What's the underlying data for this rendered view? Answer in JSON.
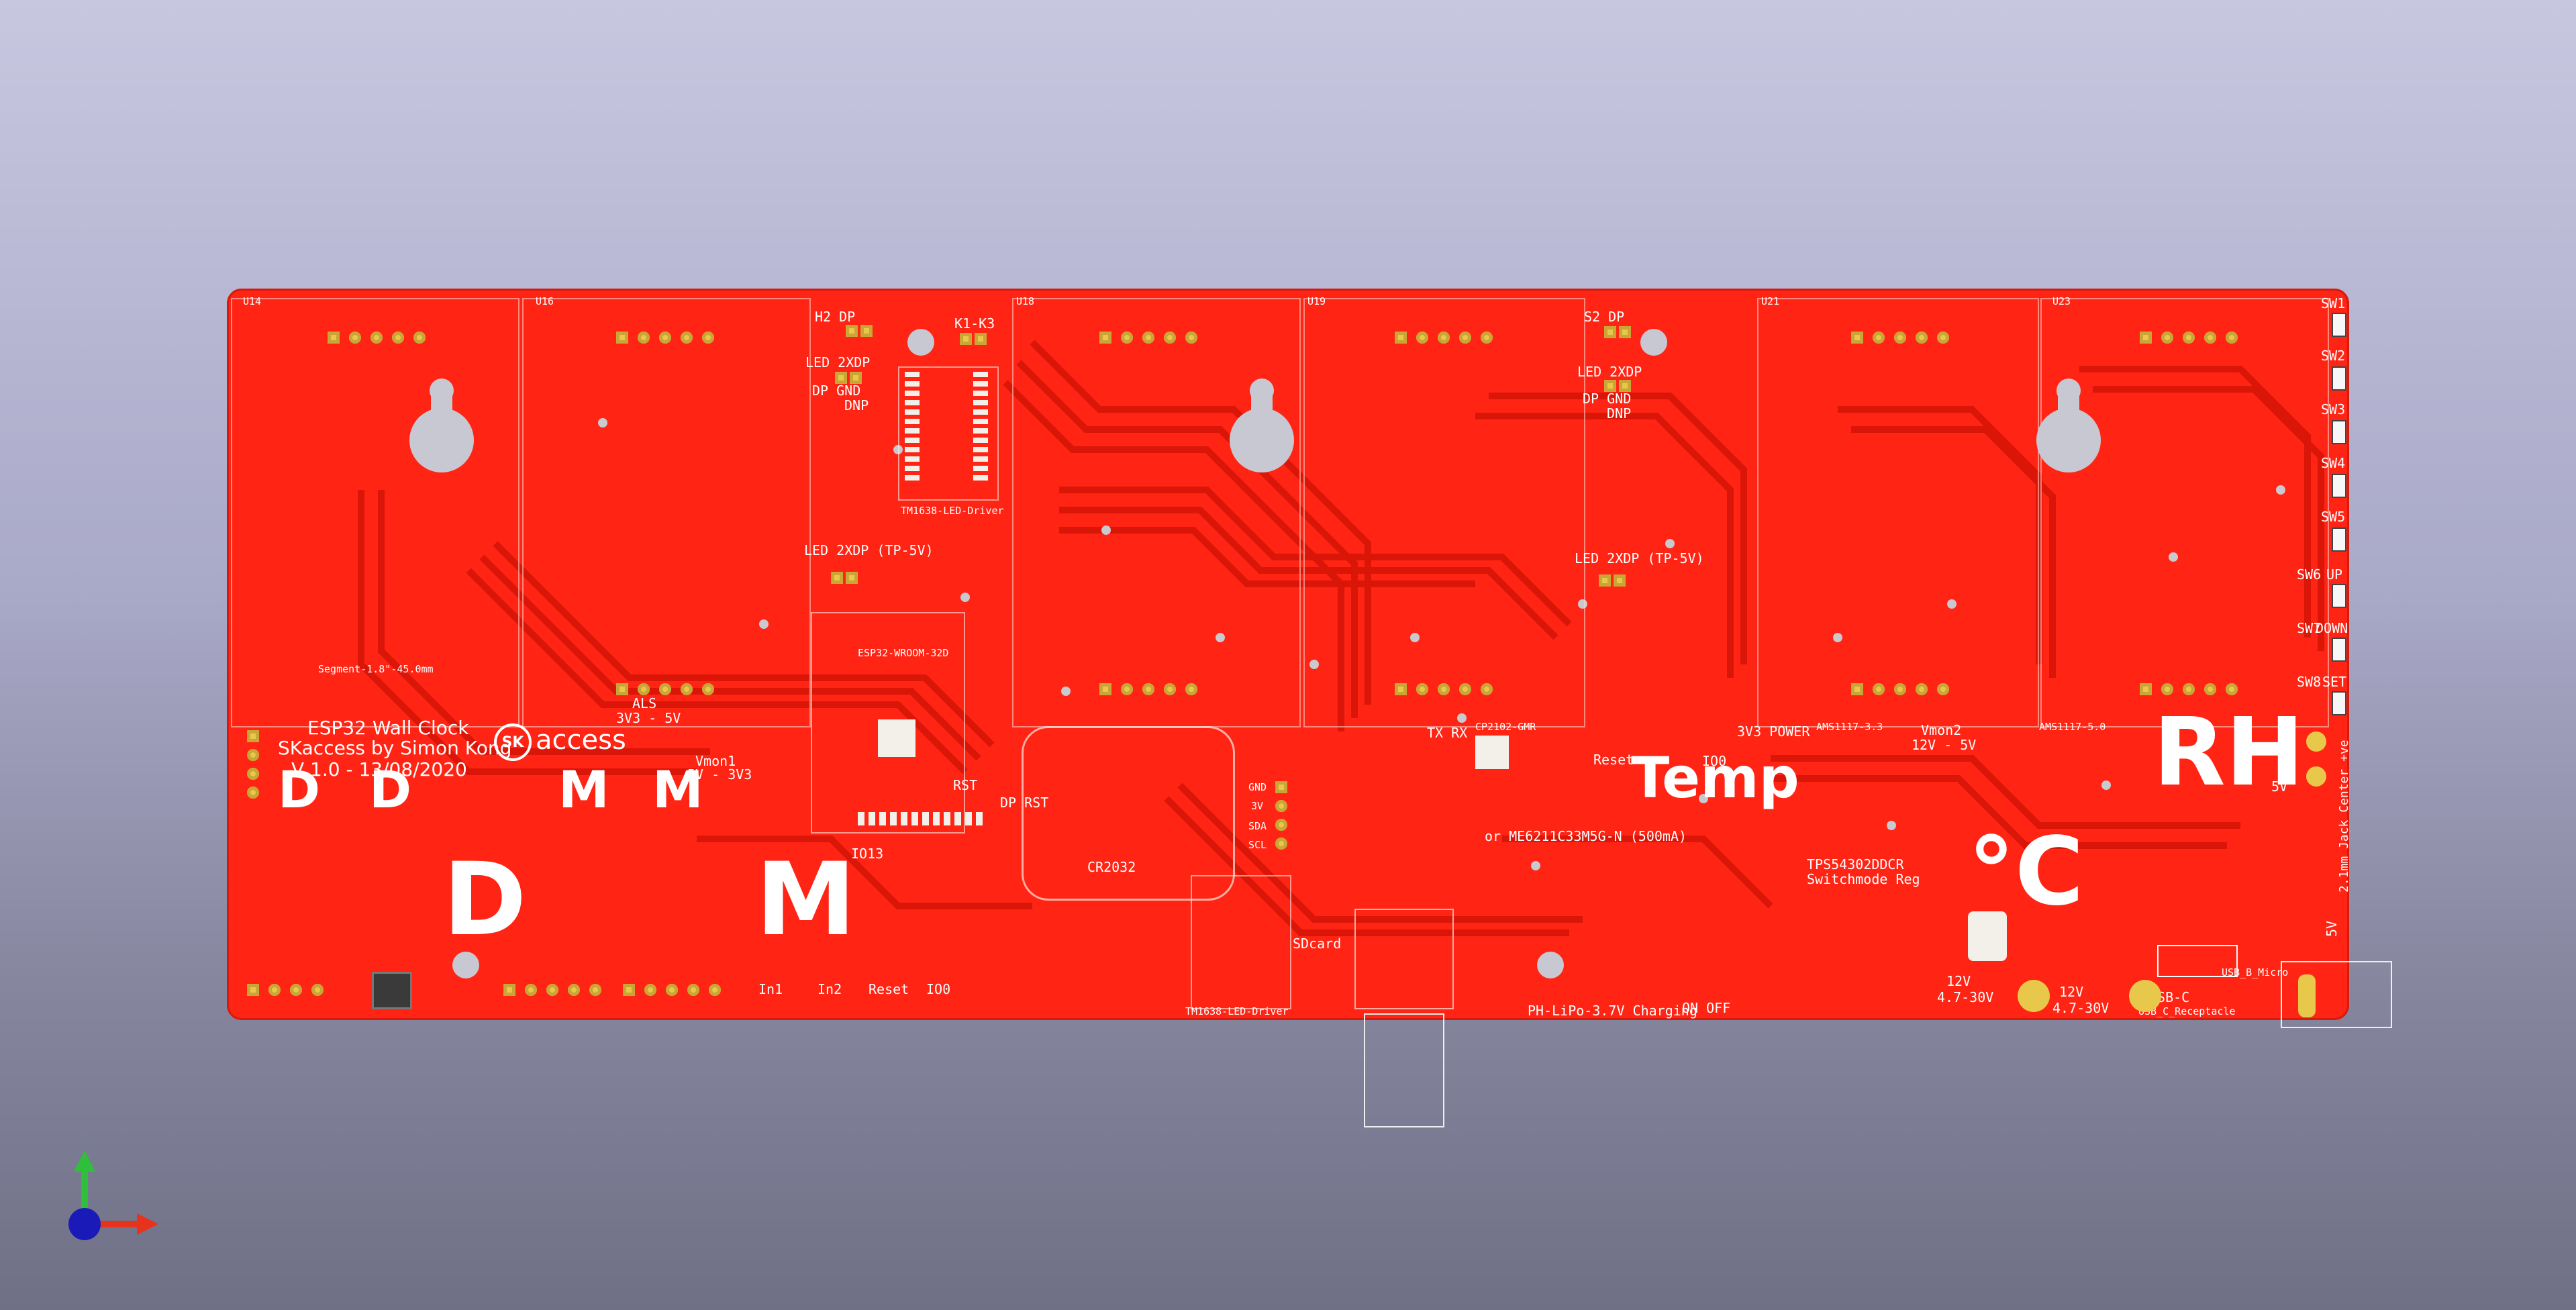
{
  "board": {
    "title_lines": [
      "ESP32 Wall Clock",
      "SKaccess by Simon Kong",
      "V 1.0 - 13/08/2020"
    ],
    "logo_text": "access",
    "logo_mark": "SK",
    "big_labels": {
      "d_top_1": "D",
      "d_top_2": "D",
      "m_top_1": "M",
      "m_top_2": "M",
      "d_big": "D",
      "m_big": "M",
      "temp": "Temp",
      "deg_c": "°C",
      "rh": "RH"
    },
    "refs_top": [
      "U14",
      "U16",
      "U18",
      "U19",
      "U21",
      "U23"
    ],
    "switches": [
      "SW1",
      "SW2",
      "SW3",
      "SW4",
      "SW5",
      "SW6",
      "SW7",
      "SW8"
    ],
    "switch_labels": [
      "UP",
      "DOWN",
      "SET"
    ],
    "jumper_labels": [
      "H2 DP",
      "K1-K3",
      "S2 DP",
      "LED 2XDP",
      "DP GND",
      "DNP",
      "LED 2XDP (TP-5V)",
      "LED 2XDP",
      "DP GND",
      "DNP",
      "LED 2XDP (TP-5V)"
    ],
    "misc_labels": {
      "segment": "Segment-1.8\"-45.0mm",
      "esp32": "ESP32-WROOM-32D",
      "tm1638_1": "TM1638-LED-Driver",
      "tm1638_2": "TM1638-LED-Driver",
      "cp2102": "CP2102-GMR",
      "cr2032": "CR2032",
      "sdcard": "SDcard",
      "tps": "TPS54302DDCR",
      "switchmode": "Switchmode Reg",
      "ldo": "or ME6211C33M5G-N (500mA)",
      "li_charge": "PH-LiPo-3.7V Charging",
      "vmon1": "Vmon1",
      "vmon2": "Vmon2",
      "v_3v3": "3V3 - 5V",
      "v_5v": "5V - 3V3",
      "v_12v": "12V - 5V",
      "power": "3V3 POWER",
      "ams1": "AMS1117-3.3",
      "ams2": "AMS1117-5.0",
      "rst": "RST",
      "io0": "IO0",
      "reset": "Reset",
      "txrx": "TX RX",
      "io13": "IO13",
      "als": "ALS",
      "in1": "In1",
      "in2": "In2",
      "v12": "12V",
      "v12b": "12V",
      "v4730": "4.7-30V",
      "v4730b": "4.7-30V",
      "usb_c": "USB-C",
      "usbc_recept": "USB_C_Receptacle",
      "usb_micro": "USB_B_Micro",
      "jack": "2.1mm Jack Center +ve",
      "on_off": "ON OFF",
      "v5": "5V",
      "v5b": "5V",
      "gnd": "GND",
      "v3": "3V",
      "sda": "SDA",
      "scl": "SCL",
      "dp_rst": "DP RST"
    }
  },
  "axes": {
    "colors": {
      "x": "#e8331c",
      "y": "#2fbf3a",
      "z": "#1a1ab8"
    }
  },
  "colors": {
    "board": "#ff2414",
    "trace": "#e01608",
    "pad": "#e8c84a",
    "silk": "#ffffff",
    "hole": "#c8c8d2"
  }
}
